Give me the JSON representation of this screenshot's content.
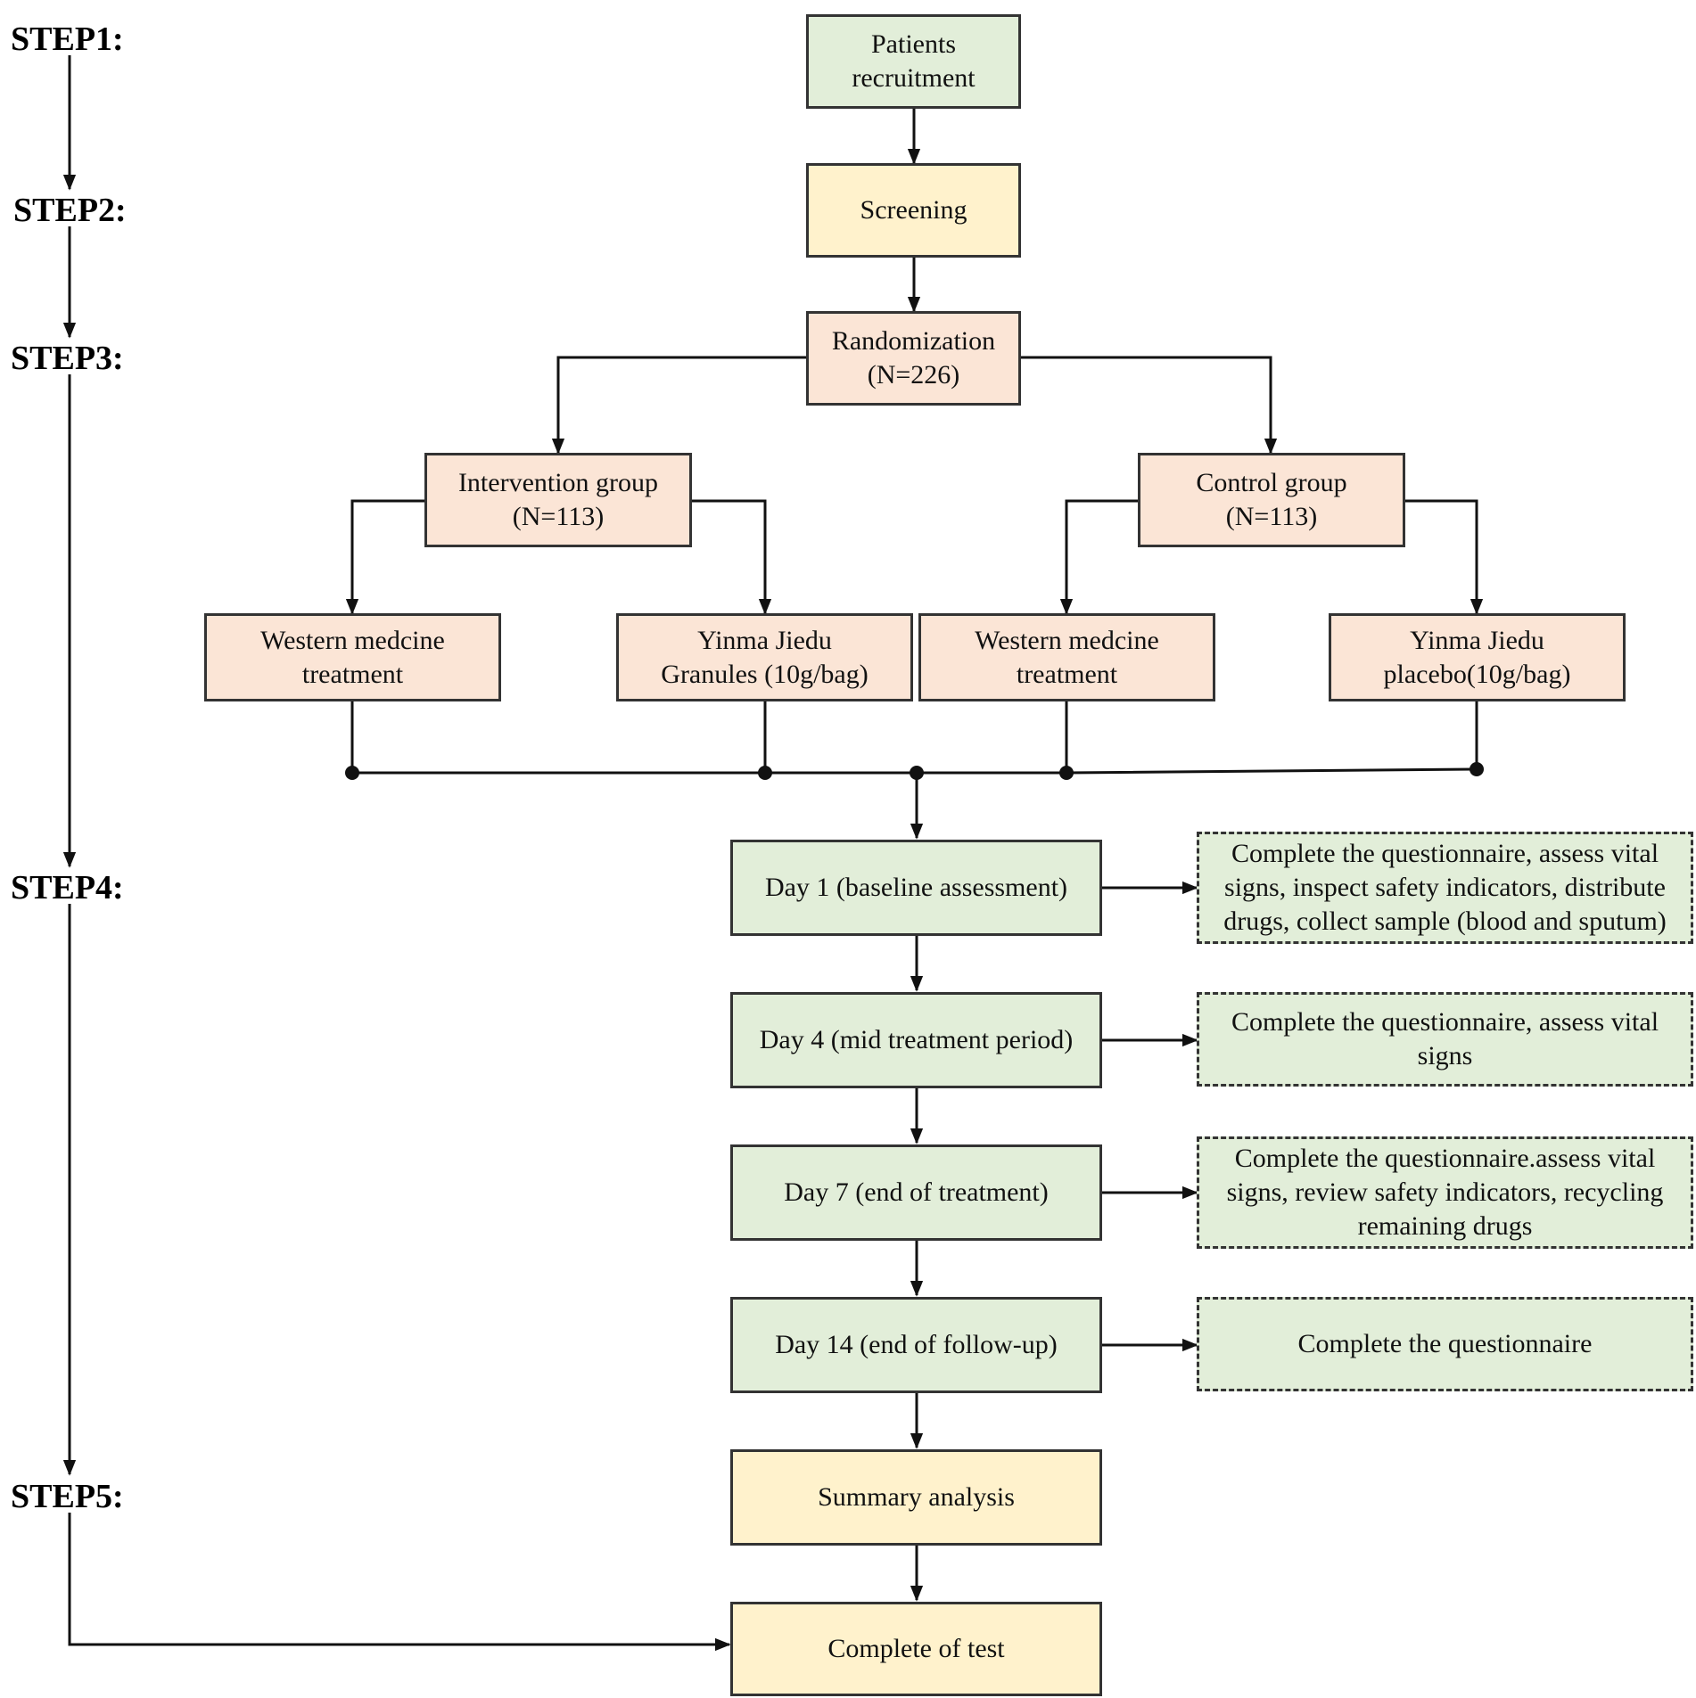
{
  "steps": {
    "step1": "STEP1:",
    "step2": "STEP2:",
    "step3": "STEP3:",
    "step4": "STEP4:",
    "step5": "STEP5:"
  },
  "boxes": {
    "recruitment": [
      "Patients",
      "recruitment"
    ],
    "screening": "Screening",
    "randomization": [
      "Randomization",
      "(N=226)"
    ],
    "intervention": [
      "Intervention group",
      "(N=113)"
    ],
    "control": [
      "Control group",
      "(N=113)"
    ],
    "western_left": [
      "Western medcine",
      "treatment"
    ],
    "yinma_granules": [
      "Yinma Jiedu",
      "Granules (10g/bag)"
    ],
    "western_right": [
      "Western medcine",
      "treatment"
    ],
    "yinma_placebo": [
      "Yinma Jiedu",
      "placebo(10g/bag)"
    ],
    "day1": "Day 1 (baseline assessment)",
    "day4": "Day 4 (mid treatment period)",
    "day7": "Day 7 (end of treatment)",
    "day14": "Day 14 (end of follow-up)",
    "summary": "Summary analysis",
    "complete": "Complete of test"
  },
  "notes": {
    "day1": [
      "Complete the  questionnaire, assess vital",
      "signs, inspect safety indicators, distribute",
      "drugs, collect sample (blood and sputum)"
    ],
    "day4": [
      "Complete the questionnaire, assess vital",
      "signs"
    ],
    "day7": [
      "Complete the questionnaire.assess vital",
      "signs, review safety indicators, recycling",
      "remaining drugs"
    ],
    "day14": [
      "Complete the questionnaire"
    ]
  },
  "colors": {
    "green_fill": "#e2eed9",
    "yellow_fill": "#fff2cc",
    "peach_fill": "#fbe5d6",
    "stroke": "#333333"
  }
}
